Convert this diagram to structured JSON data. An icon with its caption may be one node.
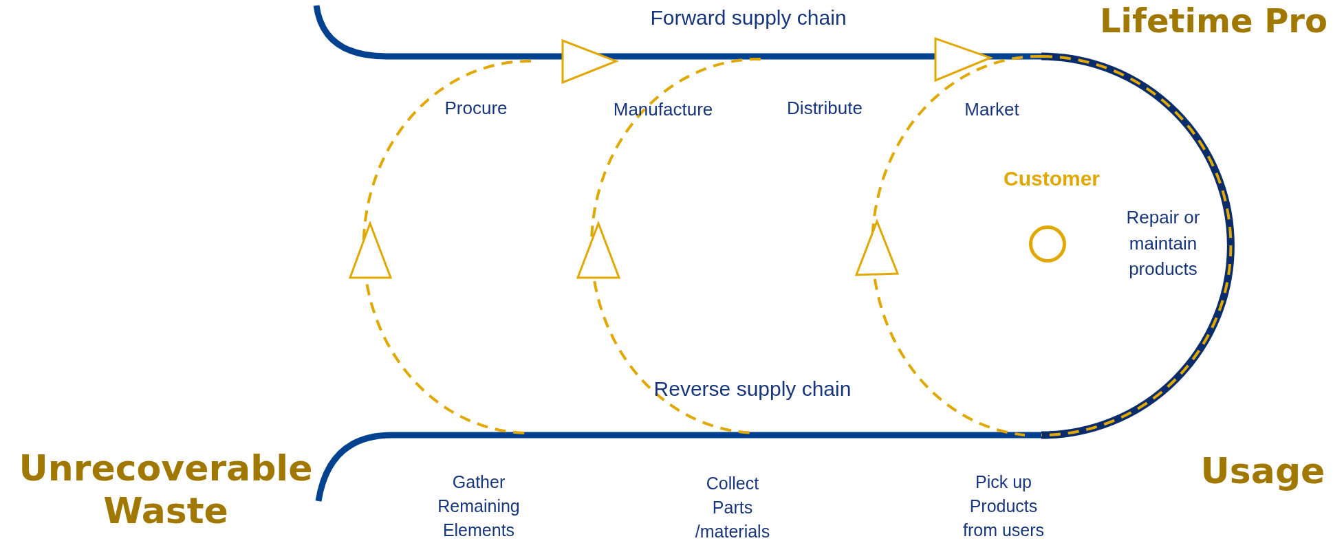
{
  "diagram": {
    "nodes": [
      {
        "text": [],
        "shape": "circle",
        "beside": [
          "Customer"
        ]
      }
    ],
    "labels": [
      "Forward supply chain",
      "Lifetime Pro",
      "Procure",
      "Manufacture",
      "Distribute",
      "Market",
      "Repair or maintain products",
      "Reverse supply chain",
      "Unrecoverable Waste",
      "Gather Remaining Elements",
      "Collect Parts /materials",
      "Pick up Products from users",
      "Usage"
    ]
  }
}
